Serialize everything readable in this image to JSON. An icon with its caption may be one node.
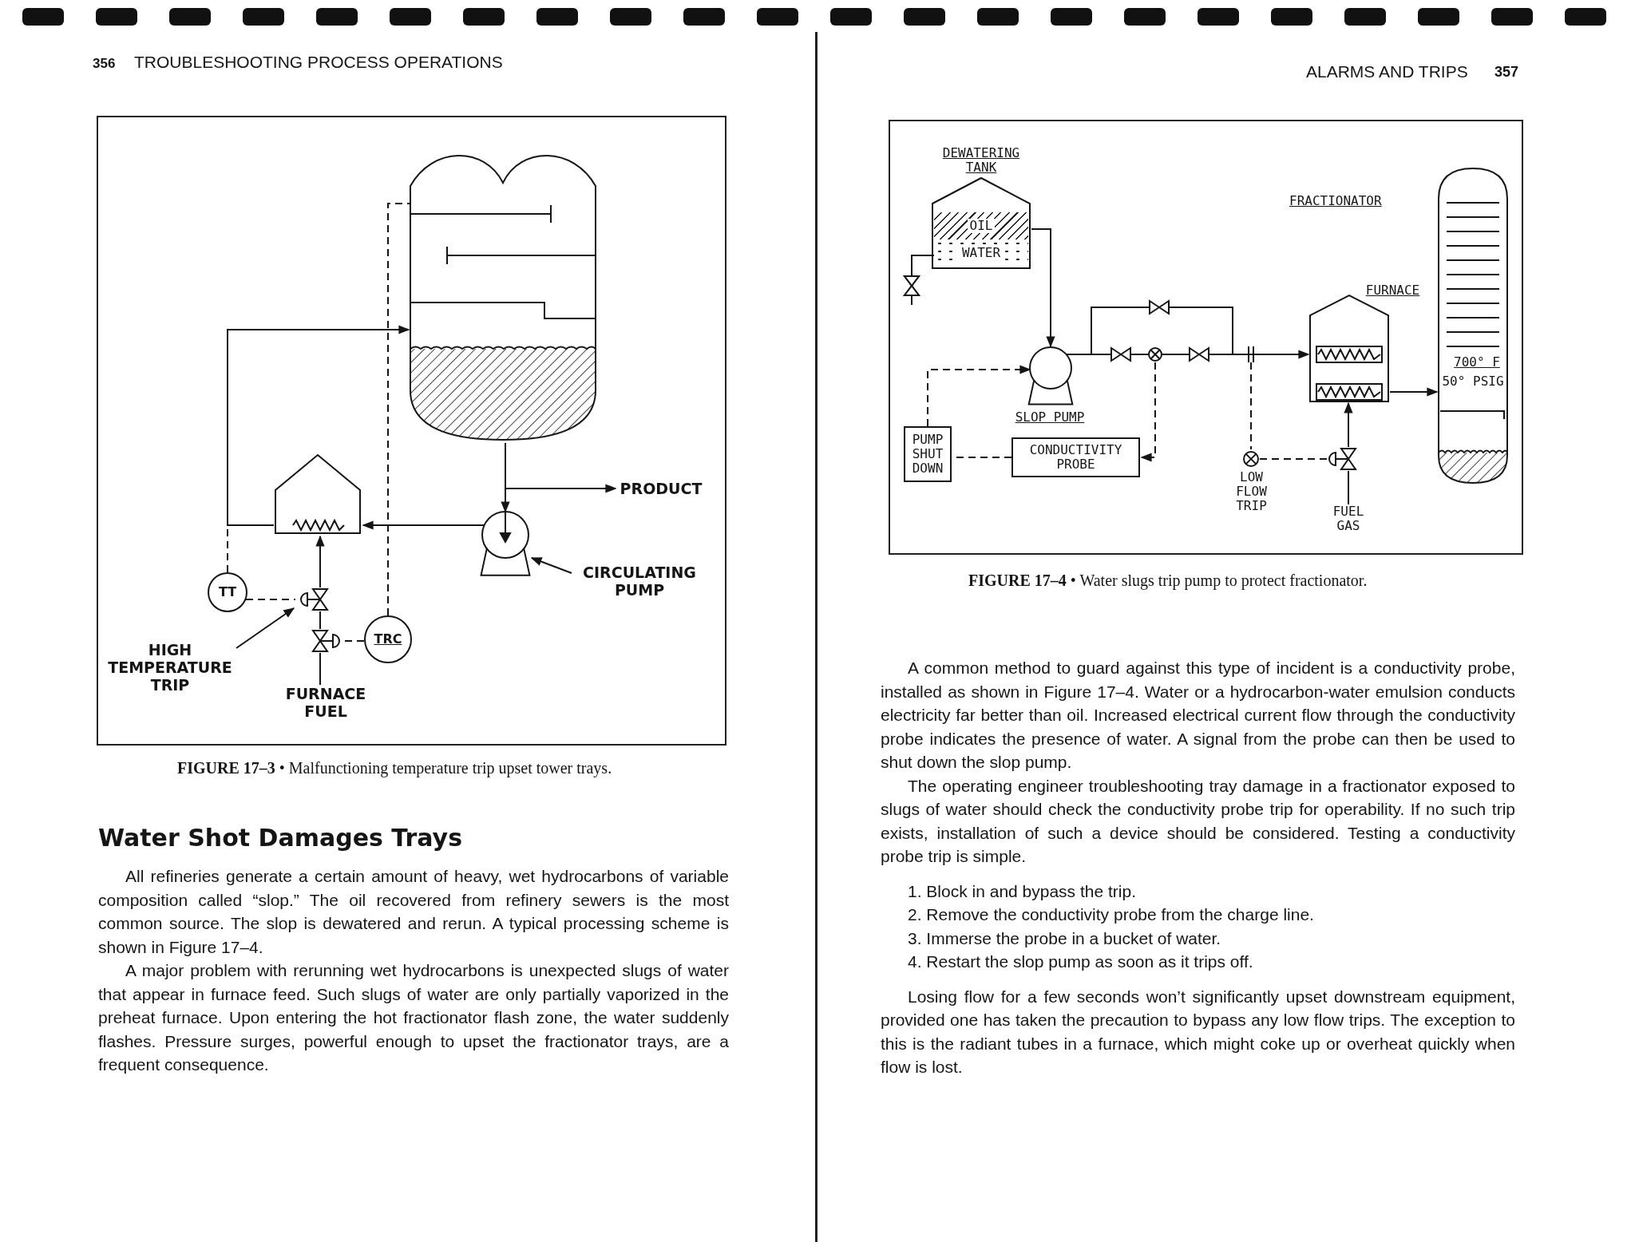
{
  "diagram": {
    "nodes": [
      {
        "text": [],
        "shape": "cylinder"
      },
      {
        "text": [],
        "shape": "box"
      },
      {
        "text": [],
        "shape": "pump"
      },
      {
        "text": [
          "TT"
        ]
      },
      {
        "text": [],
        "shape": "valve"
      },
      {
        "text": [],
        "shape": "valve"
      },
      {
        "text": [
          "TRC"
        ]
      },
      {
        "text": [
          "HIGH TEMPERATURE TRIP"
        ]
      },
      {
        "text": [
          "CIRCULATING PUMP"
        ]
      },
      {
        "text": [
          "PRODUCT"
        ]
      },
      {
        "text": [
          "FURNACE FUEL"
        ]
      },
      {
        "text": [
          "DEWATERING TANK"
        ]
      },
      {
        "text": [
          "OIL"
        ],
        "in": 11
      },
      {
        "text": [
          "WATER"
        ],
        "in": 11
      },
      {
        "text": [
          "SLOP PUMP"
        ]
      },
      {
        "text": [
          "PUMP SHUT DOWN"
        ]
      },
      {
        "text": [
          "CONDUCTIVITY PROBE"
        ]
      },
      {
        "text": [],
        "shape": "circle"
      },
      {
        "text": [],
        "shape": "bar"
      },
      {
        "text": [
          "LOW FLOW TRIP"
        ]
      },
      {
        "text": [
          "FURNACE"
        ]
      },
      {
        "text": [
          "700° F",
          "50° PSIG"
        ]
      },
      {
        "text": [],
        "shape": "valve"
      },
      {
        "text": [
          "FUEL GAS"
        ]
      }
    ],
    "edges": [
      {
        "from": 0,
        "to": 2,
        "arrow": "to"
      },
      {
        "from": 0,
        "to": 9,
        "arrow": "to"
      },
      {
        "from": 2,
        "to": 1,
        "arrow": "to"
      },
      {
        "from": 1,
        "to": 0,
        "arrow": "to"
      },
      {
        "from": 3,
        "to": null,
        "arrow": "none",
        "style": "dashed"
      },
      {
        "from": 3,
        "to": 4,
        "arrow": "none",
        "style": "dashed"
      },
      {
        "from": 6,
        "to": 0,
        "arrow": "none",
        "style": "dashed"
      },
      {
        "from": 6,
        "to": 5,
        "arrow": "none",
        "style": "dashed"
      },
      {
        "from": 7,
        "to": 4,
        "arrow": "to"
      },
      {
        "from": 8,
        "to": 2,
        "arrow": "to"
      },
      {
        "from": 10,
        "to": 5,
        "arrow": "none"
      },
      {
        "from": 5,
        "to": 4,
        "arrow": "none"
      },
      {
        "from": 4,
        "to": 1,
        "arrow": "to"
      },
      {
        "from": 11,
        "to": 14,
        "arrow": "to"
      },
      {
        "from": 14,
        "to": 20,
        "arrow": "to"
      },
      {
        "from": 20,
        "to": 21,
        "arrow": "to"
      },
      {
        "from": 15,
        "to": 14,
        "arrow": "to",
        "style": "dashed"
      },
      {
        "from": 16,
        "to": 15,
        "arrow": "none",
        "style": "dashed"
      },
      {
        "from": 17,
        "to": 16,
        "arrow": "to",
        "style": "dashed"
      },
      {
        "from": 18,
        "to": 19,
        "arrow": "none",
        "style": "dashed"
      },
      {
        "from": 19,
        "to": 22,
        "arrow": "none",
        "style": "dashed"
      },
      {
        "from": 23,
        "to": 22,
        "arrow": "none"
      },
      {
        "from": 22,
        "to": 20,
        "arrow": "to"
      }
    ],
    "labels": [
      "356",
      "TROUBLESHOOTING PROCESS OPERATIONS",
      "ALARMS AND TRIPS",
      "357",
      "**FIGURE 17–3** • Malfunctioning temperature trip upset tower trays.",
      "Water Shot Damages Trays",
      "All refineries generate a certain amount of heavy, wet hydrocarbons of variable composition called “slop.” The oil recovered from refinery sewers is the most common source. The slop is dewatered and rerun. A typical processing scheme is shown in Figure 17–4.",
      "A major problem with rerunning wet hydrocarbons is unexpected slugs of water that appear in furnace feed. Such slugs of water are only partially vaporized in the preheat furnace. Upon entering the hot fractionator flash zone, the water suddenly flashes. Pressure surges, powerful enough to upset the fractionator trays, are a frequent consequence.",
      "FRACTIONATOR",
      "**FIGURE 17–4** • Water slugs trip pump to protect fractionator.",
      "A common method to guard against this type of incident is a conductivity probe, installed as shown in Figure 17–4. Water or a hydrocarbon-water emulsion conducts electricity far better than oil. Increased electrical current flow through the conductivity probe indicates the presence of water. A signal from the probe can then be used to shut down the slop pump.",
      "The operating engineer troubleshooting tray damage in a fractionator exposed to slugs of water should check the conductivity probe trip for operability. If no such trip exists, installation of such a device should be considered. Testing a conductivity probe trip is simple.",
      "1. Block in and bypass the trip.",
      "2. Remove the conductivity probe from the charge line.",
      "3. Immerse the probe in a bucket of water.",
      "4. Restart the slop pump as soon as it trips off.",
      "Losing flow for a few seconds won’t significantly upset downstream equipment, provided one has taken the precaution to bypass any low flow trips. The exception to this is the radiant tubes in a furnace, which might coke up or overheat quickly when flow is lost."
    ]
  }
}
